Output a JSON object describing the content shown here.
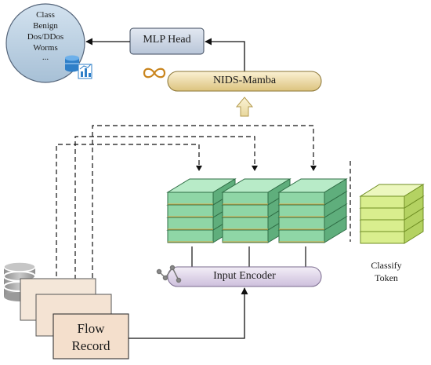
{
  "classes_bubble": {
    "items": [
      "Class",
      "Benign",
      "Dos/DDos",
      "Worms",
      "..."
    ]
  },
  "mlp_head": {
    "label": "MLP Head"
  },
  "nids_mamba": {
    "label": "NIDS-Mamba"
  },
  "input_encoder": {
    "label": "Input Encoder"
  },
  "classify_token": {
    "label_line1": "Classify",
    "label_line2": "Token"
  },
  "flow_record": {
    "label_line1": "Flow",
    "label_line2": "Record"
  },
  "colors": {
    "bubble_fill": "#b9cfe3",
    "bubble_stroke": "#4a5a6a",
    "mlp_fill": "#c9d3e2",
    "nids_fill": "#ecd9a2",
    "encoder_fill": "#ddd3e6",
    "block_green": "#8fd8a8",
    "block_green_dark": "#3f8a5a",
    "classify_fill": "#d8ec8a",
    "classify_stroke": "#7c9a2c",
    "record_fill": "#f4e3d3",
    "db_fill": "#a9a9a9",
    "arrow_up_fill": "#f3e6b4"
  }
}
